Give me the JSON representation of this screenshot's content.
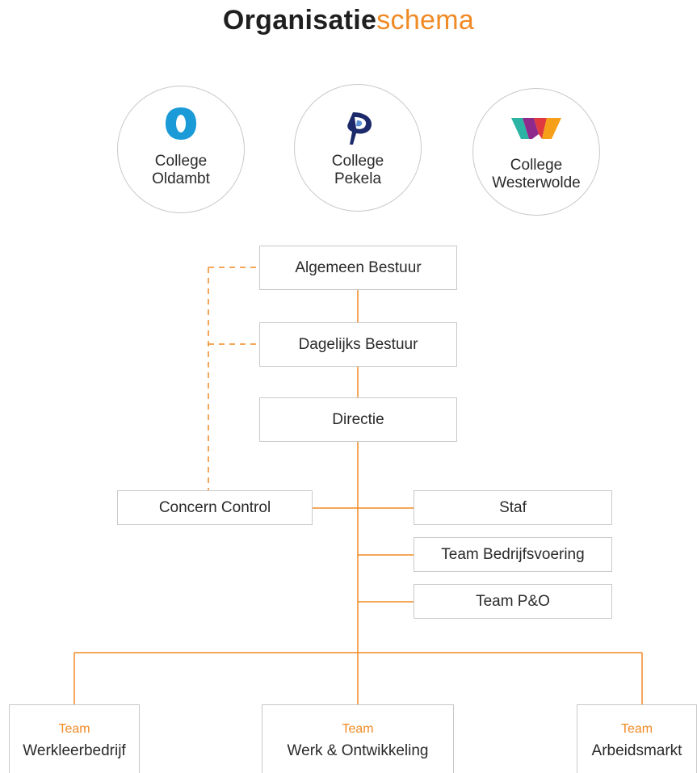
{
  "title": {
    "bold": "Organisatie",
    "light": "schema"
  },
  "colleges": [
    {
      "line1": "College",
      "line2": "Oldambt",
      "logo": "oldambt-logo",
      "logo_color": "#1a9ad6"
    },
    {
      "line1": "College",
      "line2": "Pekela",
      "logo": "pekela-logo",
      "logo_color": "#1c2a6b"
    },
    {
      "line1": "College",
      "line2": "Westerwolde",
      "logo": "westerwolde-logo",
      "logo_colors": [
        "#2bb3a3",
        "#8e2a8c",
        "#e03a3e",
        "#f6a01a"
      ]
    }
  ],
  "boxes": {
    "algemeen_bestuur": "Algemeen Bestuur",
    "dagelijks_bestuur": "Dagelijks Bestuur",
    "directie": "Directie",
    "concern_control": "Concern Control",
    "staf": "Staf",
    "team_bedrijfsvoering": "Team Bedrijfsvoering",
    "team_po": "Team P&O"
  },
  "teams": [
    {
      "prefix": "Team",
      "label": "Werkleerbedrijf"
    },
    {
      "prefix": "Team",
      "label": "Werk & Ontwikkeling"
    },
    {
      "prefix": "Team",
      "label": "Arbeidsmarkt"
    }
  ],
  "colors": {
    "accent": "#f08a24",
    "border": "#c9c9c9",
    "text": "#2a2a2a"
  }
}
